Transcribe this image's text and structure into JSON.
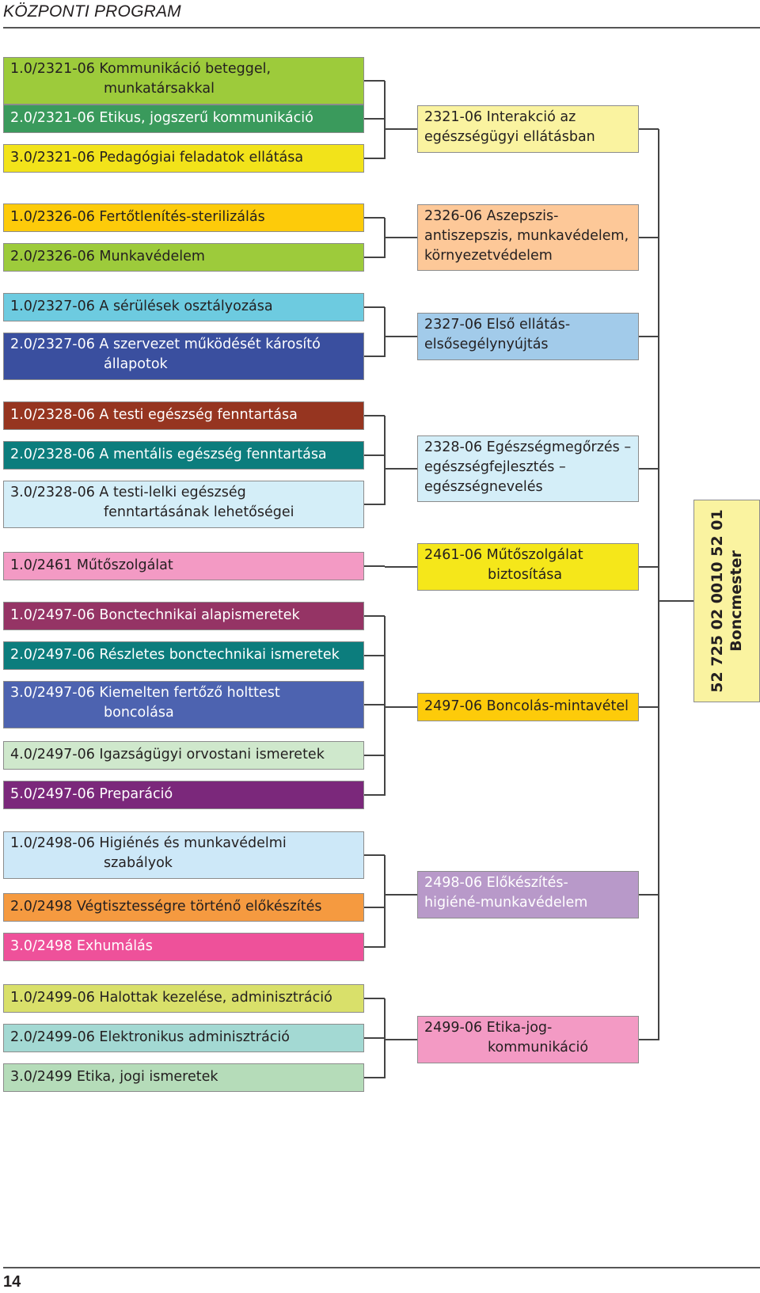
{
  "header": {
    "title": "KÖZPONTI PROGRAM"
  },
  "page_number": "14",
  "modules": [
    {
      "id": "m2321_1",
      "l1": "1.0/2321-06 Kommunikáció beteggel,",
      "l2": "munkatársakkal",
      "color": "#9dcb3b",
      "dark": false
    },
    {
      "id": "m2321_2",
      "l1": "2.0/2321-06 Etikus, jogszerű kommunikáció",
      "l2": "",
      "color": "#3a9a5c",
      "dark": true
    },
    {
      "id": "m2321_3",
      "l1": "3.0/2321-06 Pedagógiai feladatok ellátása",
      "l2": "",
      "color": "#f2e31a",
      "dark": false
    },
    {
      "id": "m2326_1",
      "l1": "1.0/2326-06 Fertőtlenítés-sterilizálás",
      "l2": "",
      "color": "#fdcb0a",
      "dark": false
    },
    {
      "id": "m2326_2",
      "l1": "2.0/2326-06 Munkavédelem",
      "l2": "",
      "color": "#9dcb3b",
      "dark": false
    },
    {
      "id": "m2327_1",
      "l1": "1.0/2327-06 A sérülések osztályozása",
      "l2": "",
      "color": "#6dcbe0",
      "dark": false
    },
    {
      "id": "m2327_2",
      "l1": "2.0/2327-06 A szervezet működését károsító",
      "l2": "állapotok",
      "color": "#3a4f9f",
      "dark": true
    },
    {
      "id": "m2328_1",
      "l1": "1.0/2328-06 A testi egészség fenntartása",
      "l2": "",
      "color": "#963520",
      "dark": true
    },
    {
      "id": "m2328_2",
      "l1": "2.0/2328-06 A mentális egészség fenntartása",
      "l2": "",
      "color": "#0c7d7d",
      "dark": true
    },
    {
      "id": "m2328_3",
      "l1": "3.0/2328-06 A testi-lelki egészség",
      "l2": "fenntartásának lehetőségei",
      "color": "#d4eef8",
      "dark": false
    },
    {
      "id": "m2461_1",
      "l1": "1.0/2461 Műtőszolgálat",
      "l2": "",
      "color": "#f39ac4",
      "dark": false
    },
    {
      "id": "m2497_1",
      "l1": "1.0/2497-06 Bonctechnikai alapismeretek",
      "l2": "",
      "color": "#953465",
      "dark": true
    },
    {
      "id": "m2497_2",
      "l1": "2.0/2497-06 Részletes bonctechnikai ismeretek",
      "l2": "",
      "color": "#0c7d7d",
      "dark": true
    },
    {
      "id": "m2497_3",
      "l1": "3.0/2497-06 Kiemelten fertőző holttest",
      "l2": "boncolása",
      "color": "#4d63b0",
      "dark": true
    },
    {
      "id": "m2497_4",
      "l1": "4.0/2497-06 Igazságügyi orvostani ismeretek",
      "l2": "",
      "color": "#cfe8cc",
      "dark": false
    },
    {
      "id": "m2497_5",
      "l1": "5.0/2497-06 Preparáció",
      "l2": "",
      "color": "#7b287b",
      "dark": true
    },
    {
      "id": "m2498_1",
      "l1": "1.0/2498-06 Higiénés és munkavédelmi",
      "l2": "szabályok",
      "color": "#cde8f8",
      "dark": false
    },
    {
      "id": "m2498_2",
      "l1": "2.0/2498 Végtisztességre történő előkészítés",
      "l2": "",
      "color": "#f59a40",
      "dark": false
    },
    {
      "id": "m2498_3",
      "l1": "3.0/2498 Exhumálás",
      "l2": "",
      "color": "#ee519a",
      "dark": true
    },
    {
      "id": "m2499_1",
      "l1": "1.0/2499-06 Halottak kezelése, adminisztráció",
      "l2": "",
      "color": "#d9e06a",
      "dark": false
    },
    {
      "id": "m2499_2",
      "l1": "2.0/2499-06 Elektronikus adminisztráció",
      "l2": "",
      "color": "#a3d9d3",
      "dark": false
    },
    {
      "id": "m2499_3",
      "l1": "3.0/2499 Etika, jogi ismeretek",
      "l2": "",
      "color": "#b5dcb9",
      "dark": false
    }
  ],
  "units": [
    {
      "id": "u2321",
      "l1": "2321-06 Interakció az",
      "l2": "egészségügyi ellátásban",
      "l3": "",
      "color": "#faf3a0",
      "dark": false
    },
    {
      "id": "u2326",
      "l1": "2326-06 Aszepszis-",
      "l2": "antiszepszis, munkavédelem,",
      "l3": "környezetvédelem",
      "color": "#fdc898",
      "dark": false
    },
    {
      "id": "u2327",
      "l1": "2327-06 Első ellátás-",
      "l2": "elsősegélynyújtás",
      "l3": "",
      "color": "#a2cbea",
      "dark": false
    },
    {
      "id": "u2328",
      "l1": "2328-06 Egészségmegőrzés –",
      "l2": "egészségfejlesztés –",
      "l3": "egészségnevelés",
      "color": "#d4eef8",
      "dark": false
    },
    {
      "id": "u2461",
      "l1": "2461-06 Műtőszolgálat",
      "l2": "biztosítása",
      "l3": "",
      "color": "#f5e71a",
      "dark": false
    },
    {
      "id": "u2497",
      "l1": "2497-06 Boncolás-mintavétel",
      "l2": "",
      "l3": "",
      "color": "#fdcb0a",
      "dark": false
    },
    {
      "id": "u2498",
      "l1": "2498-06 Előkészítés-",
      "l2": "higiéné-munkavédelem",
      "l3": "",
      "color": "#b899c9",
      "dark": true
    },
    {
      "id": "u2499",
      "l1": "2499-06 Etika-jog-",
      "l2": "kommunikáció",
      "l3": "",
      "color": "#f39ac4",
      "dark": false
    }
  ],
  "qualification": {
    "code": "52 725 02 0010 52 01",
    "name": "Boncmester"
  }
}
